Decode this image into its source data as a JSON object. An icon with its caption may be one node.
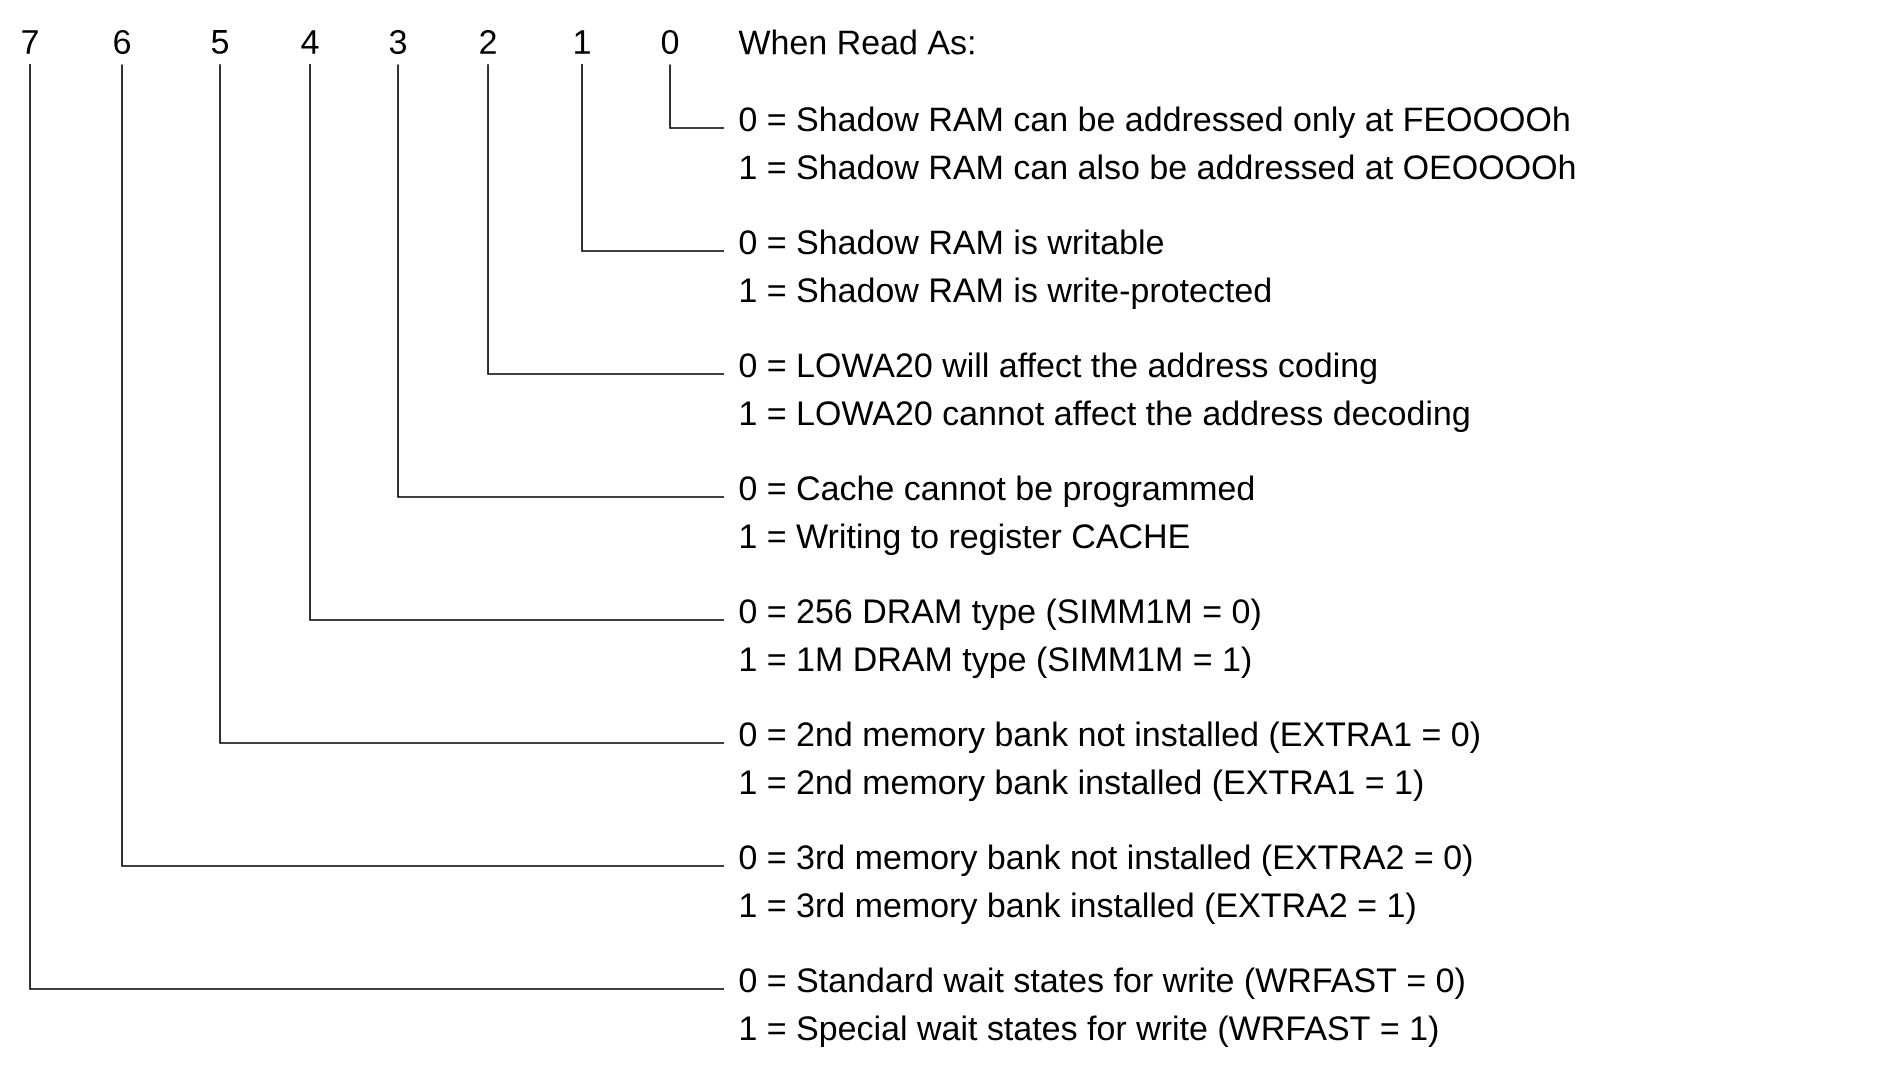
{
  "diagram": {
    "title": "When Read As:",
    "nodes": [
      {
        "text": [
          "7"
        ]
      },
      {
        "text": [
          "6"
        ]
      },
      {
        "text": [
          "5"
        ]
      },
      {
        "text": [
          "4"
        ]
      },
      {
        "text": [
          "3"
        ]
      },
      {
        "text": [
          "2"
        ]
      },
      {
        "text": [
          "1"
        ]
      },
      {
        "text": [
          "0"
        ]
      },
      {
        "text": [
          "0 = Shadow RAM can be addressed only at FEOOOOh",
          "1 = Shadow RAM can also be addressed at OEOOOOh"
        ]
      },
      {
        "text": [
          "0 = Shadow RAM is writable",
          "1 = Shadow RAM is write-protected"
        ]
      },
      {
        "text": [
          "0 = LOWA20 will affect the address coding",
          "1 = LOWA20 cannot affect the address decoding"
        ]
      },
      {
        "text": [
          "0 = Cache cannot be programmed",
          "1 = Writing to register CACHE"
        ]
      },
      {
        "text": [
          "0 = 256 DRAM type (SIMM1M = 0)",
          "1 = 1M DRAM type (SIMM1M = 1)"
        ]
      },
      {
        "text": [
          "0 = 2nd memory bank not installed (EXTRA1 = 0)",
          "1 = 2nd memory bank installed (EXTRA1 = 1)"
        ]
      },
      {
        "text": [
          "0 = 3rd memory bank not installed (EXTRA2 = 0)",
          "1 = 3rd memory bank installed (EXTRA2 = 1)"
        ]
      },
      {
        "text": [
          "0 = Standard wait states for write (WRFAST = 0)",
          "1 = Special wait states for write (WRFAST = 1)"
        ]
      }
    ],
    "edges": [
      {
        "from": 7,
        "to": 8,
        "arrow": "none"
      },
      {
        "from": 6,
        "to": 9,
        "arrow": "none"
      },
      {
        "from": 5,
        "to": 10,
        "arrow": "none"
      },
      {
        "from": 4,
        "to": 11,
        "arrow": "none"
      },
      {
        "from": 3,
        "to": 12,
        "arrow": "none"
      },
      {
        "from": 2,
        "to": 13,
        "arrow": "none"
      },
      {
        "from": 1,
        "to": 14,
        "arrow": "none"
      },
      {
        "from": 0,
        "to": 15,
        "arrow": "none"
      }
    ]
  }
}
